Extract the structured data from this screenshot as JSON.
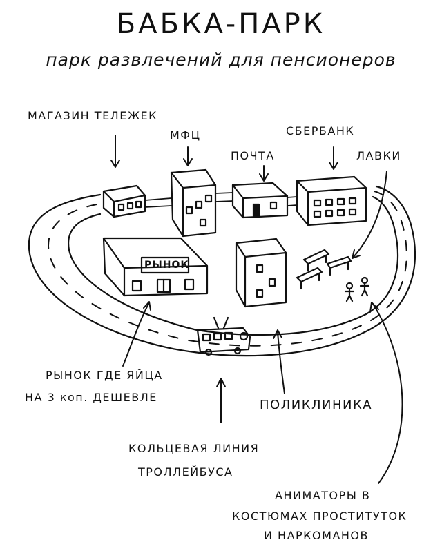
{
  "title": "БАБКА-ПАРК",
  "subtitle": "парк развлечений для пенсионеров",
  "labels": {
    "cart_shop": "МАГАЗИН ТЕЛЕЖЕК",
    "mfc": "МФЦ",
    "post": "ПОЧТА",
    "sberbank": "СБЕРБАНК",
    "benches": "ЛАВКИ",
    "market_sign": "РЫНОК",
    "market_line1": "РЫНОК ГДЕ ЯЙЦА",
    "market_line2": "НА 3 коп. ДЕШЕВЛЕ",
    "clinic": "ПОЛИКЛИНИКА",
    "trolley_line1": "КОЛЬЦЕВАЯ ЛИНИЯ",
    "trolley_line2": "ТРОЛЛЕЙБУСА",
    "animators_line1": "АНИМАТОРЫ В",
    "animators_line2": "КОСТЮМАХ ПРОСТИТУТОК",
    "animators_line3": "И НАРКОМАНОВ"
  },
  "colors": {
    "ink": "#111111",
    "paper": "#ffffff"
  }
}
